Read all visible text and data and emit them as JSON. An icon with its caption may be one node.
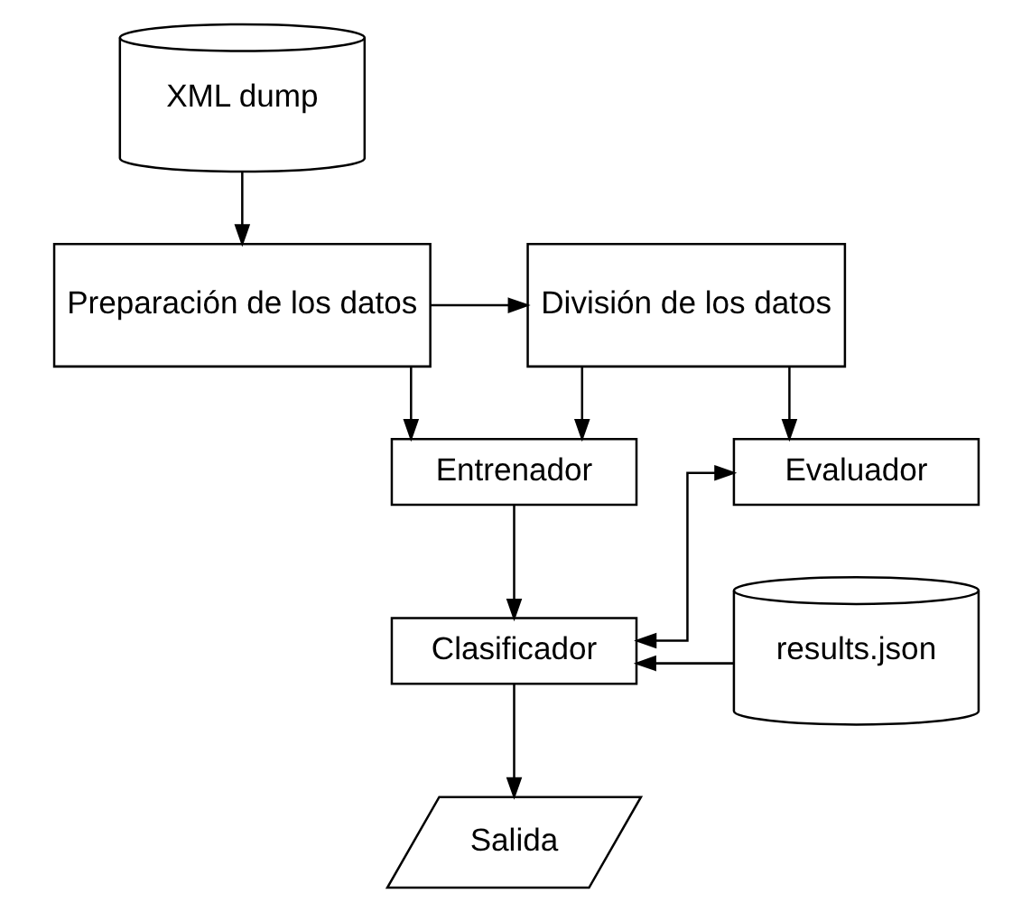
{
  "diagram": {
    "nodes": [
      {
        "text": [
          "XML dump"
        ]
      },
      {
        "text": [
          "Preparación de los datos"
        ]
      },
      {
        "text": [
          "División de los datos"
        ]
      },
      {
        "text": [
          "Entrenador"
        ]
      },
      {
        "text": [
          "Evaluador"
        ]
      },
      {
        "text": [
          "results.json"
        ]
      },
      {
        "text": [
          "Clasificador"
        ]
      },
      {
        "text": [
          "Salida"
        ]
      }
    ],
    "edges": [
      {
        "from": 0,
        "to": 1,
        "arrow": "to"
      },
      {
        "from": 1,
        "to": 2,
        "arrow": "to"
      },
      {
        "from": 2,
        "to": 3,
        "arrow": "to"
      },
      {
        "from": 2,
        "to": 4,
        "arrow": "to"
      },
      {
        "from": 1,
        "to": 3,
        "arrow": "to"
      },
      {
        "from": 3,
        "to": 6,
        "arrow": "to"
      },
      {
        "from": 5,
        "to": 6,
        "arrow": "to"
      },
      {
        "from": 6,
        "to": 4,
        "arrow": "both"
      },
      {
        "from": 6,
        "to": 7,
        "arrow": "to"
      }
    ]
  }
}
